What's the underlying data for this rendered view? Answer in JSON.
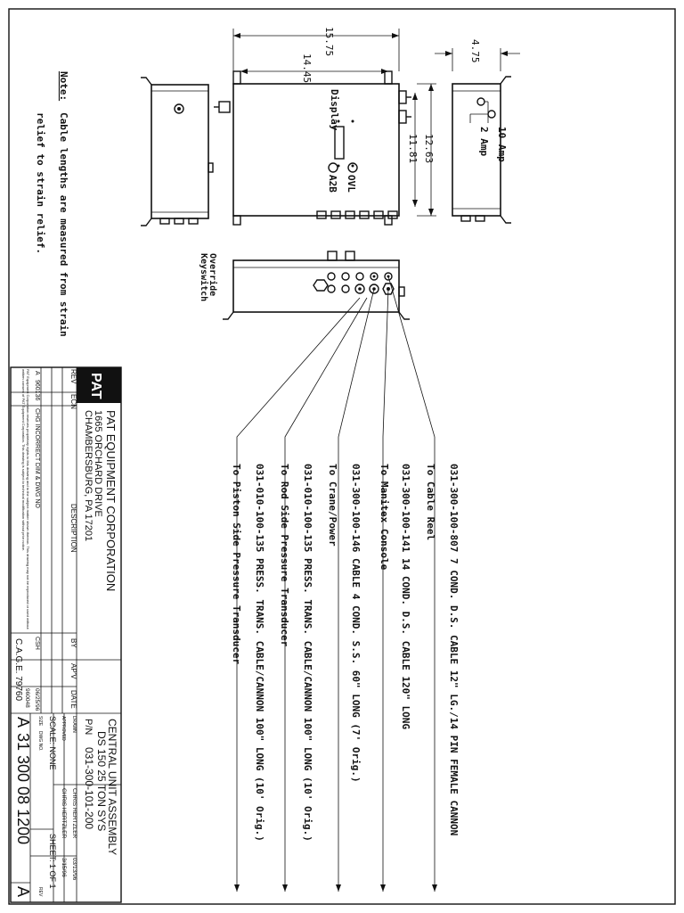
{
  "note": {
    "label": "Note:",
    "line1": "Cable lengths are measured from strain",
    "line2": "relief to strain relief."
  },
  "dimensions": {
    "d1": "15.75",
    "d2": "14.45",
    "d3": "4.75",
    "d4": "12.63",
    "d5": "11.81"
  },
  "labels": {
    "display": "Display",
    "ovl": "OVL",
    "a2b": "A2B",
    "amp10": "10 Amp",
    "amp2": "2 Amp",
    "override1": "Override",
    "override2": "Keyswitch"
  },
  "cables": [
    {
      "part": "031-300-100-807 7 COND. D.S. CABLE 12\" LG./14 PIN FEMALE CANNON",
      "dest": "To Cable Reel"
    },
    {
      "part": "031-300-100-141 14 COND. D.S. CABLE 120\" LONG",
      "dest": "To Manitex Console"
    },
    {
      "part": "031-300-100-146 CABLE 4 COND. S.S. 60\" LONG (7' Orig.)",
      "dest": "To Crane/Power"
    },
    {
      "part": "031-010-100-135 PRESS. TRANS. CABLE/CANNON 100\" LONG (10' Orig.)",
      "dest": "To Rod Side Pressure Transducer"
    },
    {
      "part": "031-010-100-135 PRESS. TRANS. CABLE/CANNON 100\" LONG (10' Orig.)",
      "dest": "To Piston Side Pressure Transducer"
    }
  ],
  "title_block": {
    "logo": "PAT",
    "company": "PAT EQUIPMENT CORPORATION",
    "address1": "1665 ORCHARD DRIVE",
    "address2": "CHAMBERSBURG, PA  17201",
    "title1": "CENTRAL UNIT ASSEMBLY",
    "title2": "DS 150 25 TON SYS",
    "pn_label": "P/N",
    "pn": "031-300-101-200",
    "drawn_label": "DRAWN",
    "drawn_by": "CHRIS HERTZLER",
    "drawn_date": "03/13/96",
    "approved_label": "APPROVED",
    "approved_by": "CHRIS HERTZLER",
    "approved_date": "3/15/96",
    "scale": "SCALE:  NONE",
    "sheet": "SHEET:  1  OF  1",
    "size_label": "SIZE",
    "dwg_label": "DWG NO.",
    "rev_label": "REV",
    "size": "A",
    "dwg_no": "31  300  08  1200",
    "rev": "A",
    "cage": "C.A.G.E. 79760",
    "rev_col": "REV",
    "ecn_col": "ECN",
    "desc_col": "DESCRIPTION",
    "by_col": "BY",
    "apv_col": "AP'V",
    "date_col": "DATE",
    "rev_a": "A",
    "ecn_a": "960136",
    "desc_a": "CHG INCORRECT DIM & DWG NO",
    "by_a": "CSH",
    "date_a": "06/25/96",
    "ref_no": "960048",
    "legal": "PAT Equipment Corporation reserves proprietary rights to this drawing and to the subject matter shown thereon. This drawing may not be reproduced or used without written consent of PAT Equipment Corporation. This drawing is subject to technical modification without prior notice."
  }
}
